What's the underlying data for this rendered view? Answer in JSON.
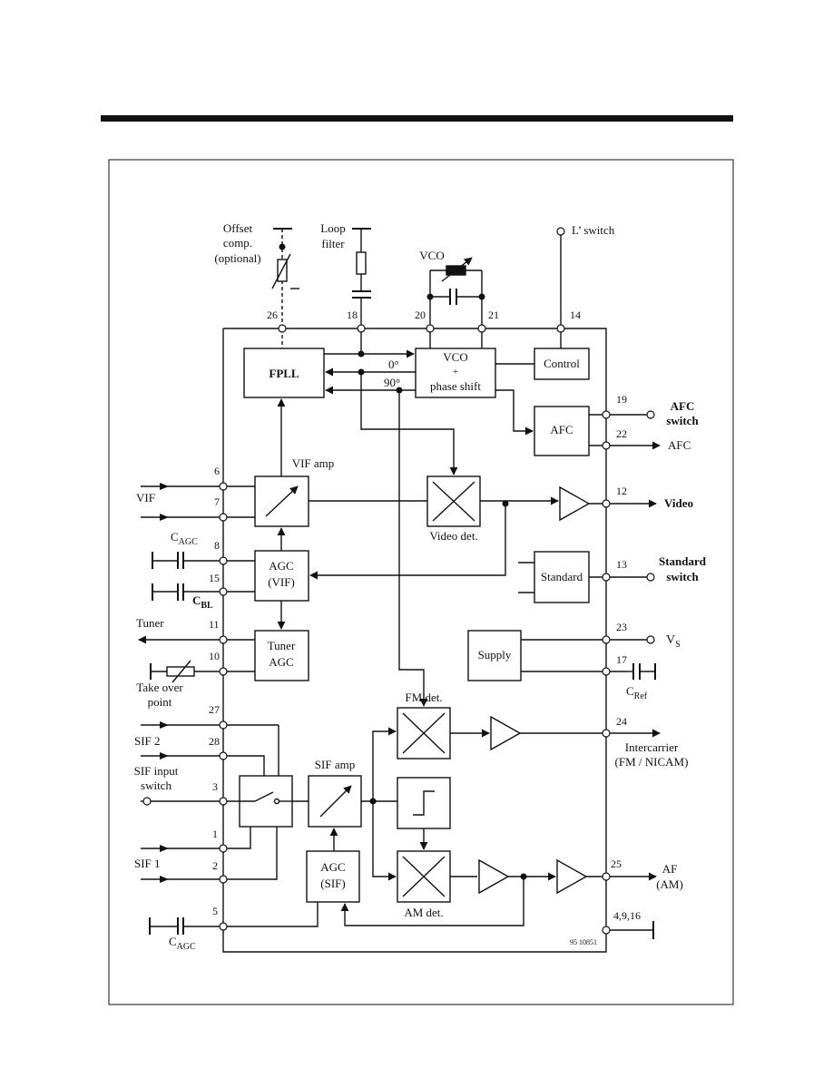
{
  "blocks": {
    "fpll": "FPLL",
    "vco_line1": "VCO",
    "vco_line2": "+",
    "vco_line3": "phase shift",
    "control": "Control",
    "afc": "AFC",
    "video_det": "Video det.",
    "agc_vif_line1": "AGC",
    "agc_vif_line2": "(VIF)",
    "tuner_agc_line1": "Tuner",
    "tuner_agc_line2": "AGC",
    "standard": "Standard",
    "supply": "Supply",
    "fm_det": "FM det.",
    "am_det": "AM det.",
    "sif_amp": "SIF amp",
    "vif_amp": "VIF amp",
    "agc_sif_line1": "AGC",
    "agc_sif_line2": "(SIF)"
  },
  "external": {
    "offset_line1": "Offset",
    "offset_line2": "comp.",
    "offset_line3": "(optional)",
    "loop_line1": "Loop",
    "loop_line2": "filter",
    "vco_tank": "VCO",
    "l_switch": "L’ switch",
    "phase_0": "0°",
    "phase_90": "90°",
    "afc_switch_line1": "AFC",
    "afc_switch_line2": "switch",
    "afc_out": "AFC",
    "video_out": "Video",
    "standard_switch_line1": "Standard",
    "standard_switch_line2": "switch",
    "vs_main": "V",
    "vs_sub": "S",
    "cref_main": "C",
    "cref_sub": "Ref",
    "intercarrier_line1": "Intercarrier",
    "intercarrier_line2": "(FM / NICAM)",
    "af_line1": "AF",
    "af_line2": "(AM)",
    "vif": "VIF",
    "cagc_main": "C",
    "cagc_sub": "AGC",
    "cbl_main": "C",
    "cbl_sub": "BL",
    "tuner": "Tuner",
    "takeover_line1": "Take over",
    "takeover_line2": "point",
    "sif2": "SIF 2",
    "sif_input_line1": "SIF input",
    "sif_input_line2": "switch",
    "sif1": "SIF 1",
    "cagc2_main": "C",
    "cagc2_sub": "AGC",
    "figure_code": "95 10851"
  },
  "pins": {
    "p26": "26",
    "p18": "18",
    "p20": "20",
    "p21": "21",
    "p14": "14",
    "p19": "19",
    "p22": "22",
    "p12": "12",
    "p13": "13",
    "p23": "23",
    "p17": "17",
    "p24": "24",
    "p25": "25",
    "p4916": "4,9,16",
    "p6": "6",
    "p7": "7",
    "p8": "8",
    "p15": "15",
    "p11": "11",
    "p10": "10",
    "p27": "27",
    "p28": "28",
    "p3": "3",
    "p1": "1",
    "p2": "2",
    "p5": "5"
  }
}
